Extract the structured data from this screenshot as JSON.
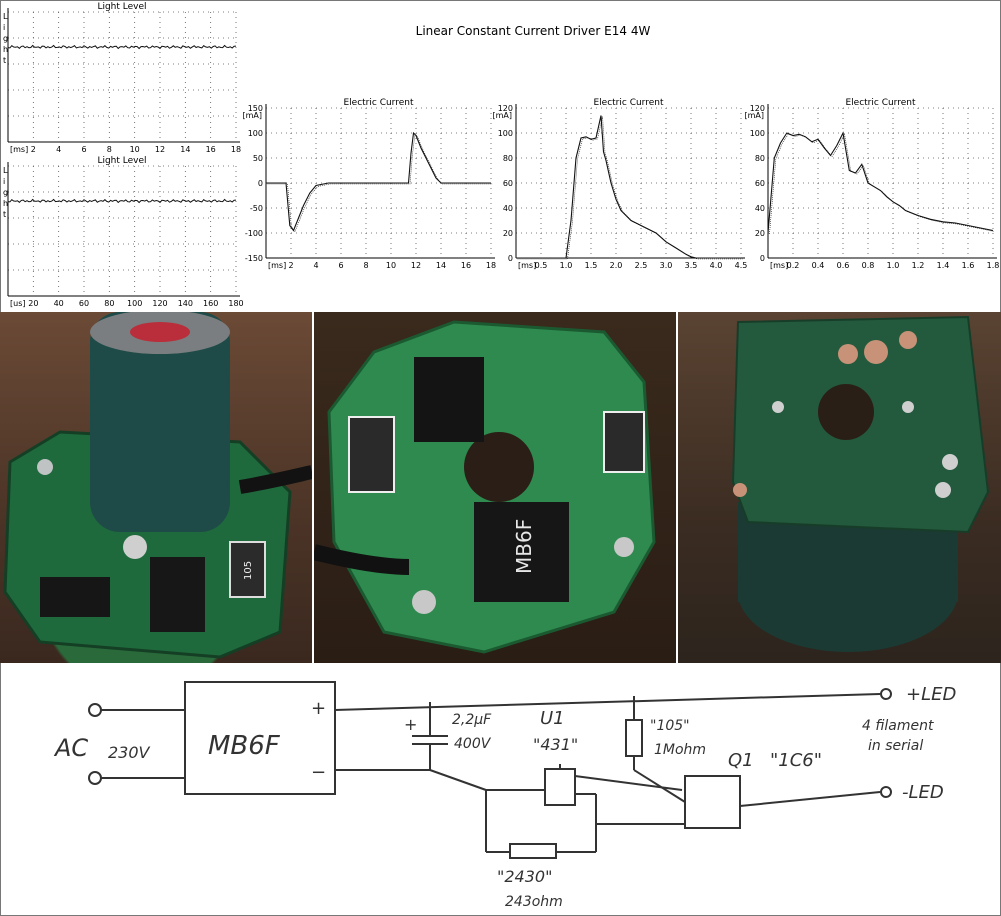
{
  "figure": {
    "title": "Linear Constant Current Driver E14 4W",
    "colors": {
      "trace": "#111111",
      "grid": "#555555",
      "axis": "#000000",
      "schematic_ink": "#333333"
    }
  },
  "chart_data": [
    {
      "id": "light-level-ms",
      "type": "line",
      "title": "Light Level",
      "ylabel": "Light",
      "xlabel": "[ms]",
      "x_ticks": [
        "2",
        "4",
        "6",
        "8",
        "10",
        "12",
        "14",
        "16",
        "18"
      ],
      "xlim": [
        0,
        18
      ],
      "grid": true,
      "series": [
        {
          "x": [
            0,
            18
          ],
          "y": [
            0.77,
            0.77
          ],
          "noise": "small"
        }
      ]
    },
    {
      "id": "light-level-us",
      "type": "line",
      "title": "Light Level",
      "ylabel": "Light",
      "xlabel": "[us]",
      "x_ticks": [
        "20",
        "40",
        "60",
        "80",
        "100",
        "120",
        "140",
        "160",
        "180"
      ],
      "xlim": [
        0,
        180
      ],
      "grid": true,
      "series": [
        {
          "x": [
            0,
            180
          ],
          "y": [
            0.77,
            0.77
          ],
          "noise": "small"
        }
      ]
    },
    {
      "id": "current-ms-0-18",
      "type": "line",
      "title": "Electric Current",
      "ylabel": "[mA]",
      "xlabel": "[ms]",
      "y_ticks": [
        "150",
        "100",
        "50",
        "0",
        "-50",
        "-100",
        "-150"
      ],
      "x_ticks": [
        "2",
        "4",
        "6",
        "8",
        "10",
        "12",
        "14",
        "16",
        "18"
      ],
      "xlim": [
        0,
        18
      ],
      "ylim": [
        -150,
        150
      ],
      "grid": true,
      "series": [
        {
          "x": [
            0,
            1.0,
            1.6,
            1.9,
            2.2,
            2.6,
            3.0,
            3.5,
            4.0,
            5.0,
            6.0,
            8.0,
            10.0,
            11.4,
            11.6,
            11.8,
            12.0,
            12.4,
            12.8,
            13.2,
            13.6,
            14.0,
            16.0,
            18.0
          ],
          "y": [
            0,
            0,
            0,
            -85,
            -95,
            -70,
            -45,
            -20,
            -5,
            0,
            0,
            0,
            0,
            0,
            60,
            100,
            95,
            70,
            50,
            30,
            10,
            0,
            0,
            0
          ]
        }
      ]
    },
    {
      "id": "current-ms-0-4.5",
      "type": "line",
      "title": "Electric Current",
      "ylabel": "[mA]",
      "xlabel": "[ms]",
      "y_ticks": [
        "120",
        "100",
        "80",
        "60",
        "40",
        "20",
        "0"
      ],
      "x_ticks": [
        "0.5",
        "1.0",
        "1.5",
        "2.0",
        "2.5",
        "3.0",
        "3.5",
        "4.0",
        "4.5"
      ],
      "xlim": [
        0,
        4.5
      ],
      "ylim": [
        0,
        120
      ],
      "grid": true,
      "series": [
        {
          "x": [
            0,
            1.0,
            1.1,
            1.2,
            1.3,
            1.4,
            1.5,
            1.6,
            1.7,
            1.75,
            1.8,
            1.9,
            2.0,
            2.1,
            2.3,
            2.5,
            2.8,
            3.0,
            3.2,
            3.4,
            3.5,
            3.6,
            4.0,
            4.5
          ],
          "y": [
            0,
            0,
            30,
            80,
            96,
            97,
            95,
            96,
            114,
            85,
            78,
            60,
            47,
            38,
            30,
            26,
            20,
            13,
            8,
            3,
            1,
            0,
            0,
            0
          ]
        }
      ]
    },
    {
      "id": "current-ms-0-1.8",
      "type": "line",
      "title": "Electric Current",
      "ylabel": "[mA]",
      "xlabel": "[ms]",
      "y_ticks": [
        "120",
        "100",
        "80",
        "60",
        "40",
        "20",
        "0"
      ],
      "x_ticks": [
        "0.2",
        "0.4",
        "0.6",
        "0.8",
        "1.0",
        "1.2",
        "1.4",
        "1.6",
        "1.8"
      ],
      "xlim": [
        0,
        1.8
      ],
      "ylim": [
        0,
        120
      ],
      "grid": true,
      "series": [
        {
          "x": [
            0,
            0.05,
            0.1,
            0.15,
            0.2,
            0.25,
            0.3,
            0.35,
            0.4,
            0.45,
            0.5,
            0.55,
            0.6,
            0.65,
            0.7,
            0.75,
            0.8,
            0.85,
            0.9,
            0.95,
            1.0,
            1.05,
            1.1,
            1.2,
            1.3,
            1.4,
            1.5,
            1.6,
            1.7,
            1.8
          ],
          "y": [
            20,
            80,
            92,
            100,
            98,
            99,
            97,
            93,
            95,
            88,
            82,
            90,
            100,
            70,
            68,
            75,
            60,
            57,
            54,
            49,
            45,
            42,
            38,
            34,
            31,
            29,
            28,
            26,
            24,
            22
          ]
        }
      ]
    }
  ],
  "photos": [
    {
      "subject": "driver board with electrolytic capacitor",
      "label": "105"
    },
    {
      "subject": "driver board top with bridge rectifier",
      "label": "MB6F"
    },
    {
      "subject": "driver board underside"
    }
  ],
  "schematic": {
    "ac_label": "AC",
    "ac_voltage": "230V",
    "bridge_label": "MB6F",
    "bridge_plus": "+",
    "bridge_minus": "−",
    "cap_plus": "+",
    "cap_value": "2,2μF",
    "cap_voltage": "400V",
    "u1_label": "U1",
    "u1_code": "\"431\"",
    "r1_code": "\"105\"",
    "r1_value": "1Mohm",
    "q1_label": "Q1",
    "q1_code": "\"1C6\"",
    "r2_code": "\"2430\"",
    "r2_value": "243ohm",
    "led_plus": "+LED",
    "led_minus": "-LED",
    "led_note_1": "4 filament",
    "led_note_2": "in serial"
  }
}
